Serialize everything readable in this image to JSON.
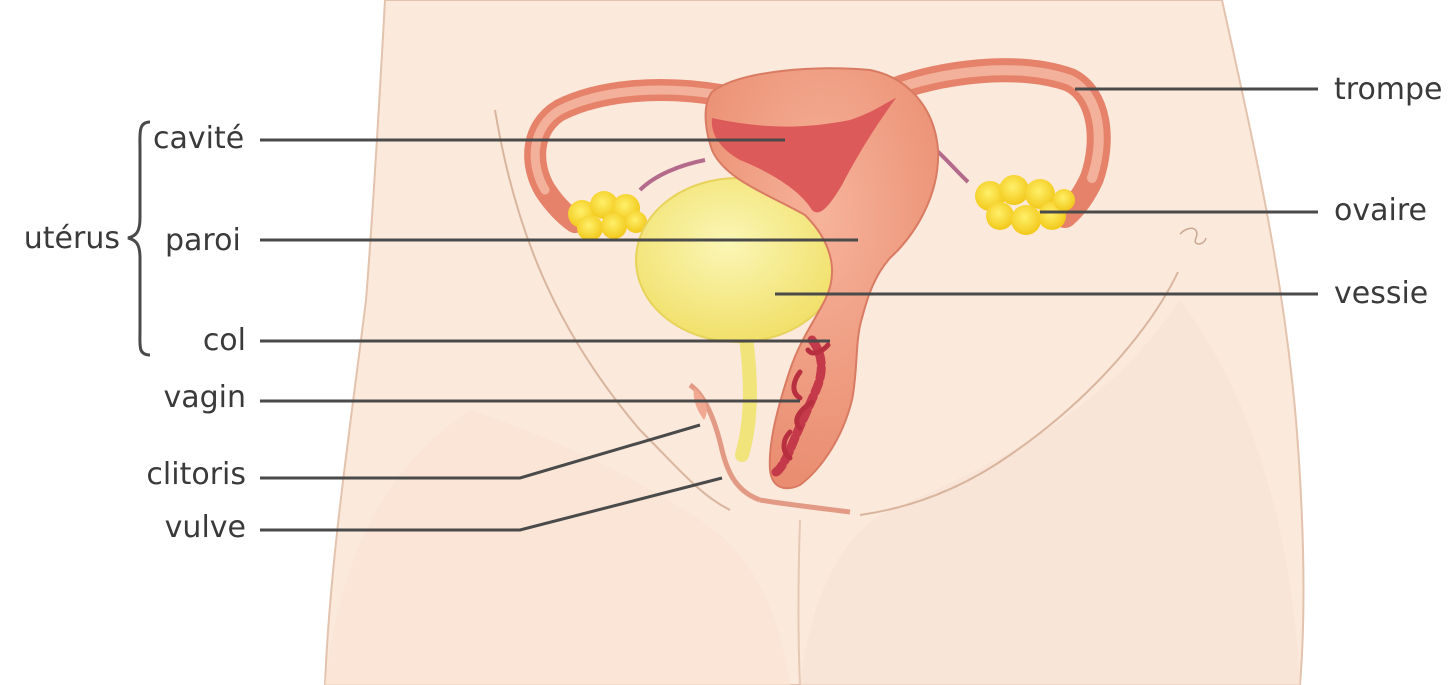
{
  "diagram": {
    "labels": {
      "group": "utérus",
      "cavity": "cavité",
      "wall": "paroi",
      "cervix": "col",
      "vagina": "vagin",
      "clitoris": "clitoris",
      "vulva": "vulve",
      "tube": "trompe",
      "ovary": "ovaire",
      "bladder": "vessie"
    },
    "colors": {
      "skin": "#fbe9dc",
      "skin_outline": "#e3c3ae",
      "uterus_wall": "#f0a084",
      "uterus_cavity": "#dd5a5a",
      "ovary": "#f6d928",
      "bladder": "#f4ec8a",
      "vagina_lining": "#c43a4a",
      "leader_line": "#4a4a4a",
      "label_text": "#3a3a3a"
    }
  }
}
